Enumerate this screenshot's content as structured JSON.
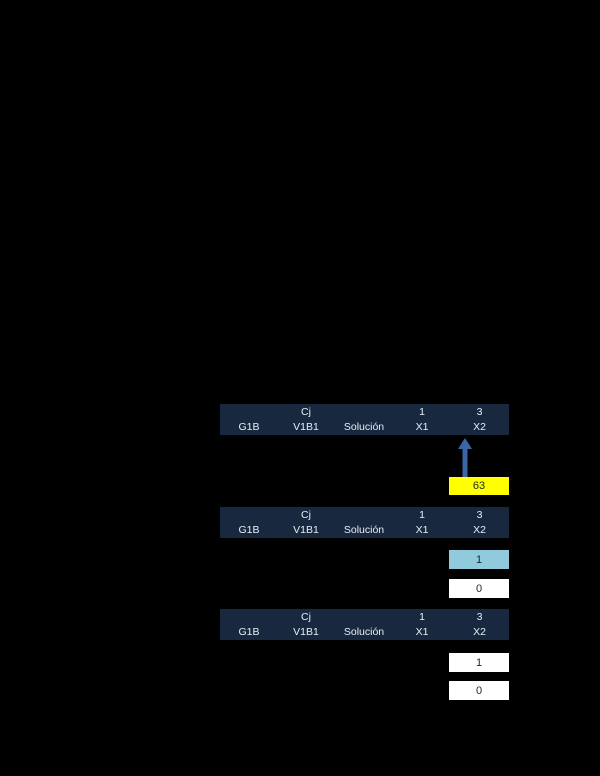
{
  "document": {
    "background": "#000000",
    "description_note": ""
  },
  "colors": {
    "header_bg": "#18293F",
    "header_text": "#E8EDF4",
    "highlight_yellow": "#FFFF00",
    "highlight_light_blue": "#91CADC",
    "cell_white": "#FFFFFF",
    "cell_text": "#1C2636",
    "arrow_blue": "#3A66A6"
  },
  "header_labels": {
    "cj": "Cj",
    "x1_coeff": "1",
    "x2_coeff": "3",
    "g1b": "G1B",
    "v1b1": "V1B1",
    "solucion": "Solución",
    "x1": "X1",
    "x2": "X2"
  },
  "tables": [
    {
      "id": "tableau-1",
      "cells": [
        {
          "value": "63",
          "style": "yellow",
          "column": "X2"
        }
      ],
      "arrow": {
        "points_to_column": "X2",
        "direction": "up"
      }
    },
    {
      "id": "tableau-2",
      "cells": [
        {
          "value": "1",
          "style": "blue",
          "column": "X2"
        },
        {
          "value": "0",
          "style": "white",
          "column": "X2"
        }
      ]
    },
    {
      "id": "tableau-3",
      "cells": [
        {
          "value": "1",
          "style": "white",
          "column": "X2"
        },
        {
          "value": "0",
          "style": "white",
          "column": "X2"
        }
      ]
    }
  ]
}
